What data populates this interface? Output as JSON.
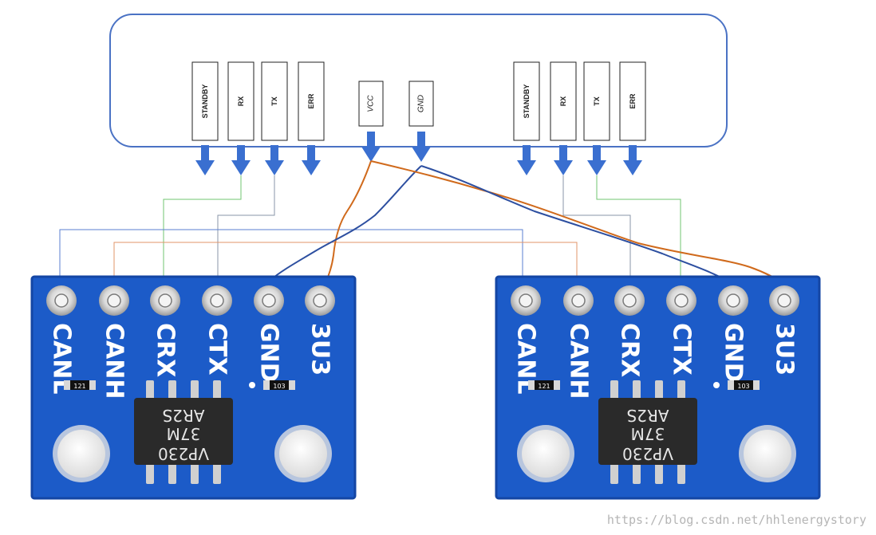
{
  "mcu": {
    "left_pins": [
      "STANDBY",
      "RX",
      "TX",
      "ERR"
    ],
    "power_pins": [
      "VCC",
      "GND"
    ],
    "right_pins": [
      "STANDBY",
      "RX",
      "TX",
      "ERR"
    ]
  },
  "modules": [
    {
      "pins": [
        "CANL",
        "CANH",
        "CRX",
        "CTX",
        "GND",
        "3U3"
      ],
      "chip_text": [
        "AR2S",
        "37M",
        "VP230"
      ],
      "resistor_left": "121",
      "resistor_right": "103"
    },
    {
      "pins": [
        "CANL",
        "CANH",
        "CRX",
        "CTX",
        "GND",
        "3U3"
      ],
      "chip_text": [
        "AR2S",
        "37M",
        "VP230"
      ],
      "resistor_left": "121",
      "resistor_right": "103"
    }
  ],
  "colors": {
    "mcu_border": "#4a72c4",
    "arrow": "#3a6fd0",
    "board": "#1c5bc8",
    "board_dark": "#1446a4",
    "pad": "#e6e6e6",
    "chip": "#2a2a2a",
    "wire_green": "#72c472",
    "wire_gray": "#8a96a8",
    "wire_blue": "#2d4fa0",
    "wire_orange": "#d06a1c",
    "wire_canl": "#5a7fd0",
    "wire_canh": "#e0946a"
  },
  "watermark": "https://blog.csdn.net/hhlenergystory"
}
